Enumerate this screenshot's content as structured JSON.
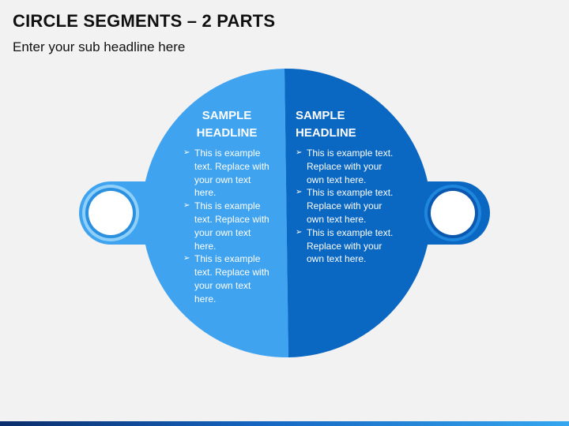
{
  "title": "CIRCLE SEGMENTS – 2 PARTS",
  "subtitle": "Enter your sub headline here",
  "colors": {
    "left_segment": "#3fa3ef",
    "right_segment": "#0a67c2",
    "background": "#f2f2f2"
  },
  "segments": [
    {
      "headline": "SAMPLE HEADLINE",
      "bullets": [
        "This is example text. Replace with your own text here.",
        "This is example text. Replace with your own text here.",
        "This is example text. Replace with your own text here."
      ]
    },
    {
      "headline": "SAMPLE HEADLINE",
      "bullets": [
        "This is example text. Replace with your own text here.",
        "This is example text. Replace with your own text here.",
        "This is example text. Replace with your own text here."
      ]
    }
  ]
}
